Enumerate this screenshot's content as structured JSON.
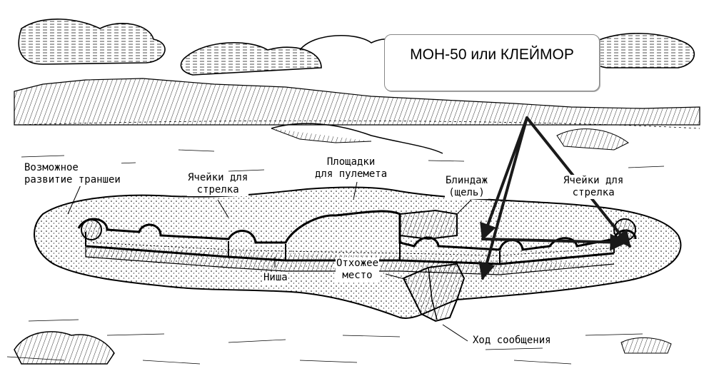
{
  "title": "МОН-50 или КЛЕЙМОР",
  "labels": {
    "trench_development": [
      "Возможное",
      "развитие траншеи"
    ],
    "rifle_cells_left": [
      "Ячейки для",
      "стрелка"
    ],
    "machine_gun_platforms": [
      "Площадки",
      "для пулемета"
    ],
    "dugout": [
      "Блиндаж",
      "(щель)"
    ],
    "rifle_cells_right": [
      "Ячейки для",
      "стрелка"
    ],
    "latrine": [
      "Отхожее",
      "место"
    ],
    "niche": "Ниша",
    "communication_trench": "Ход сообщения"
  },
  "colors": {
    "ink": "#000000",
    "paper": "#ffffff",
    "arrow": "#1a1a1a"
  },
  "icons": [
    "direction-arrow-icon"
  ]
}
